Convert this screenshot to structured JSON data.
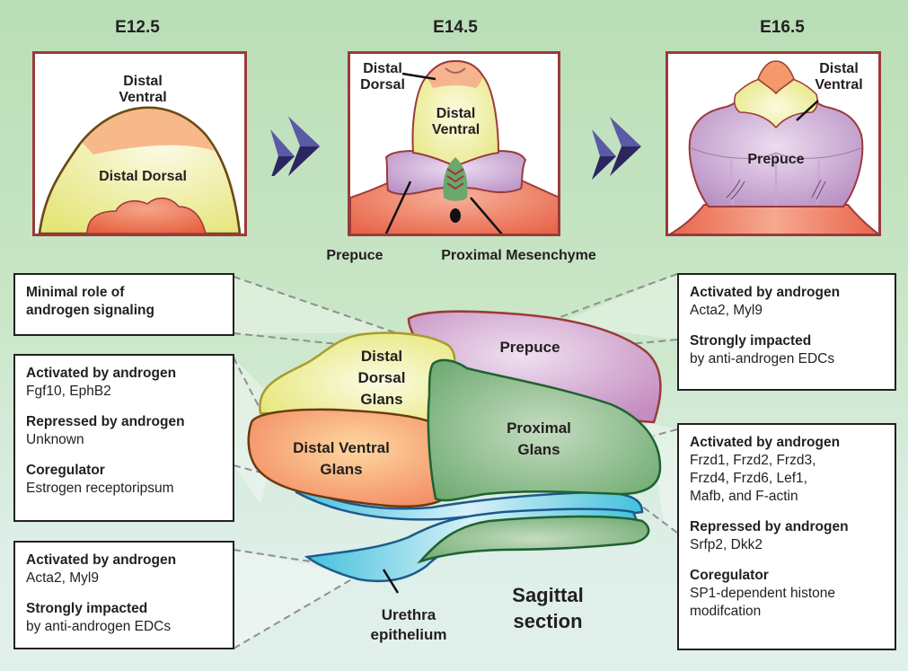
{
  "stages": [
    {
      "title": "E12.5",
      "labels": {
        "top": "Distal\nVentral",
        "center": "Distal Dorsal"
      }
    },
    {
      "title": "E14.5",
      "labels": {
        "tip": "Distal\nDorsal",
        "center": "Distal\nVentral",
        "left": "Prepuce",
        "right": "Proximal Mesenchyme"
      }
    },
    {
      "title": "E16.5",
      "labels": {
        "tip": "Distal\nVentral",
        "center": "Prepuce"
      }
    }
  ],
  "arrows": [
    "double-chevron-right",
    "double-chevron-right"
  ],
  "sagittal": {
    "title_line1": "Sagittal",
    "title_line2": "section",
    "regions": {
      "distal_dorsal": [
        "Distal",
        "Dorsal",
        "Glans"
      ],
      "distal_ventral": [
        "Distal Ventral",
        "Glans"
      ],
      "prepuce": "Prepuce",
      "proximal": [
        "Proximal",
        "Glans"
      ],
      "urethra": [
        "Urethra",
        "epithelium"
      ]
    },
    "colors": {
      "distal_dorsal": "#e8e67a",
      "distal_ventral": "#f49a6a",
      "prepuce": "#c995c4",
      "proximal": "#6aa86e",
      "urethra": "#44c1dc",
      "panel_border": "#9b3a3a",
      "arrow": "#4a4a9a"
    }
  },
  "info_boxes": {
    "dorsal_glans": {
      "lines": [
        {
          "h": "Minimal role of"
        },
        {
          "h": "androgen signaling"
        }
      ]
    },
    "ventral_glans": {
      "sections": [
        {
          "heading": "Activated by androgen",
          "text": [
            "Fgf10, EphB2"
          ]
        },
        {
          "heading": "Repressed by androgen",
          "text": [
            "Unknown"
          ]
        },
        {
          "heading": "Coregulator",
          "text": [
            "Estrogen receptoripsum"
          ]
        }
      ]
    },
    "urethra": {
      "sections": [
        {
          "heading": "Activated by androgen",
          "text": [
            "Acta2, Myl9"
          ]
        },
        {
          "heading": "Strongly impacted",
          "text": [
            "by anti-androgen EDCs"
          ]
        }
      ]
    },
    "prepuce": {
      "sections": [
        {
          "heading": "Activated by androgen",
          "text": [
            "Acta2, Myl9"
          ]
        },
        {
          "heading": "Strongly impacted",
          "text": [
            "by anti-androgen EDCs"
          ]
        }
      ]
    },
    "proximal_glans": {
      "sections": [
        {
          "heading": "Activated by androgen",
          "text": [
            "Frzd1, Frzd2, Frzd3,",
            "Frzd4, Frzd6, Lef1,",
            "Mafb,  and F-actin"
          ]
        },
        {
          "heading": "Repressed by androgen",
          "text": [
            "Srfp2, Dkk2"
          ]
        },
        {
          "heading": "Coregulator",
          "text": [
            "SP1-dependent histone",
            "modifcation"
          ]
        }
      ]
    }
  }
}
